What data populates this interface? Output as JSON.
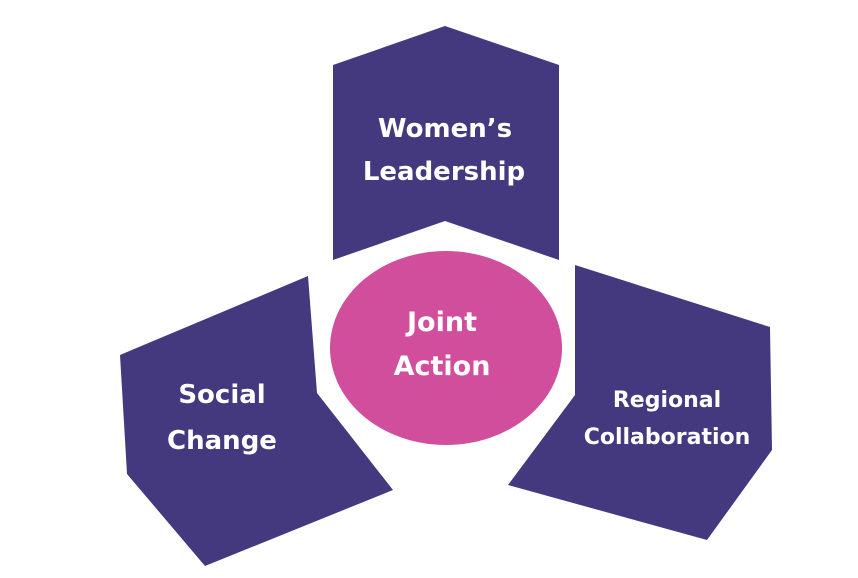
{
  "colors": {
    "shape": "#44397f",
    "hub": "#d04e9c",
    "label": "#ffffff"
  },
  "nodes": {
    "top": {
      "line1": "Women’s",
      "line2": "Leadership"
    },
    "left": {
      "line1": "Social",
      "line2": "Change"
    },
    "right": {
      "line1": "Regional",
      "line2": "Collaboration"
    },
    "center": {
      "line1": "Joint",
      "line2": "Action"
    }
  }
}
